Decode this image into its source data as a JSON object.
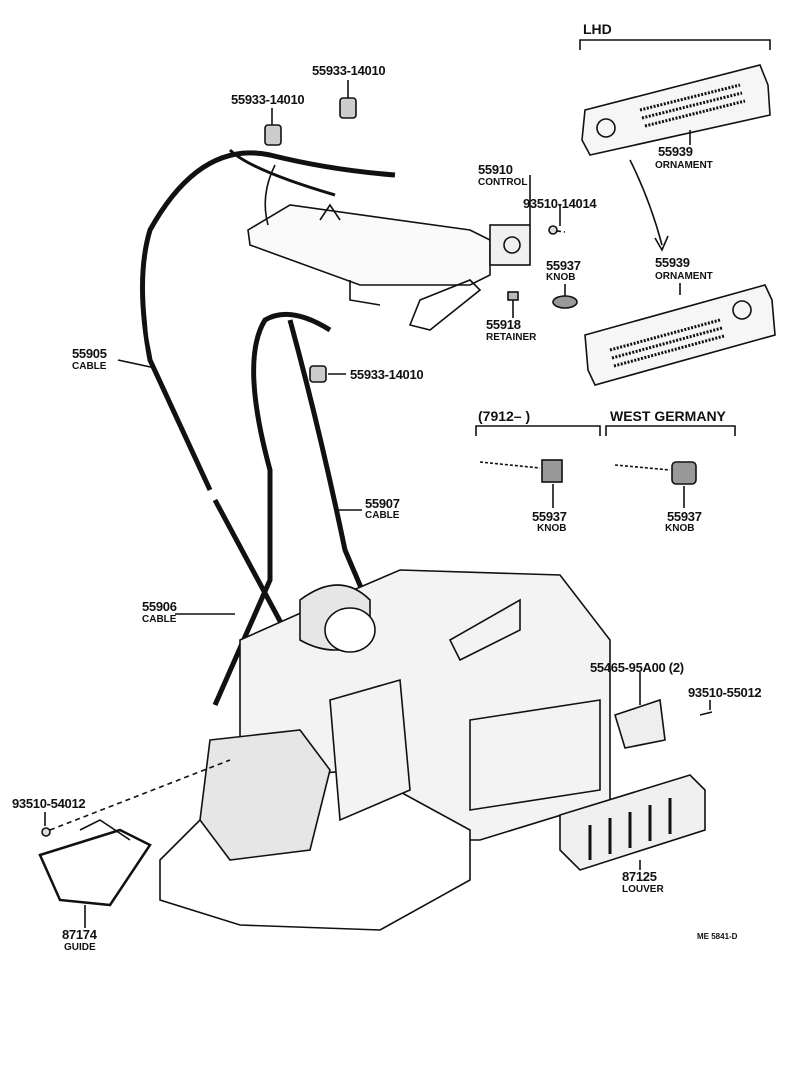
{
  "header": {
    "region_lhd": "LHD"
  },
  "parts": {
    "clip_a": {
      "number": "55933-14010"
    },
    "clip_b": {
      "number": "55933-14010"
    },
    "clip_c": {
      "number": "55933-14010"
    },
    "control": {
      "number": "55910",
      "name": "CONTROL"
    },
    "screw_control": {
      "number": "93510-14014"
    },
    "ornament_lhd": {
      "number": "55939",
      "name": "ORNAMENT"
    },
    "ornament": {
      "number": "55939",
      "name": "ORNAMENT"
    },
    "knob": {
      "number": "55937",
      "name": "KNOB"
    },
    "retainer": {
      "number": "55918",
      "name": "RETAINER"
    },
    "cable_55905": {
      "number": "55905",
      "name": "CABLE"
    },
    "cable_55907": {
      "number": "55907",
      "name": "CABLE"
    },
    "cable_55906": {
      "number": "55906",
      "name": "CABLE"
    },
    "knob_7912": {
      "number": "55937",
      "name": "KNOB"
    },
    "knob_wg": {
      "number": "55937",
      "name": "KNOB"
    },
    "bracket": {
      "number": "55465-95A00 (2)"
    },
    "screw_louver": {
      "number": "93510-55012"
    },
    "screw_guide": {
      "number": "93510-54012"
    },
    "louver": {
      "number": "87125",
      "name": "LOUVER"
    },
    "guide": {
      "number": "87174",
      "name": "GUIDE"
    }
  },
  "variants": {
    "from_date": "(7912–        )",
    "west_germany": "WEST GERMANY"
  },
  "footer": {
    "drawing_code": "ME  5841-D"
  }
}
